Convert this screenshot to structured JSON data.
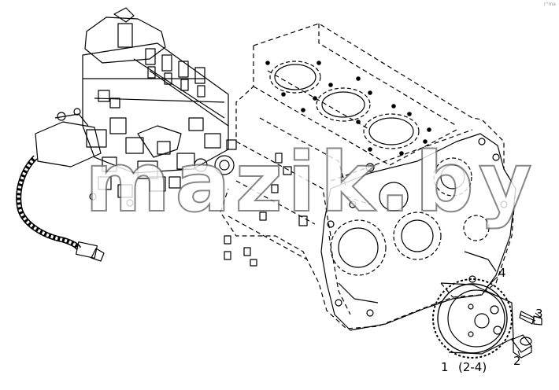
{
  "callouts": {
    "c1": "1",
    "c1_range": "(2-4)",
    "c2": "2",
    "c3": "3",
    "c4": "4"
  },
  "watermark": "mazik.by",
  "corner_mark": "r°ma",
  "colors": {
    "line": "#000000",
    "hidden": "#000000",
    "watermark_stroke": "#6a6a6a"
  }
}
